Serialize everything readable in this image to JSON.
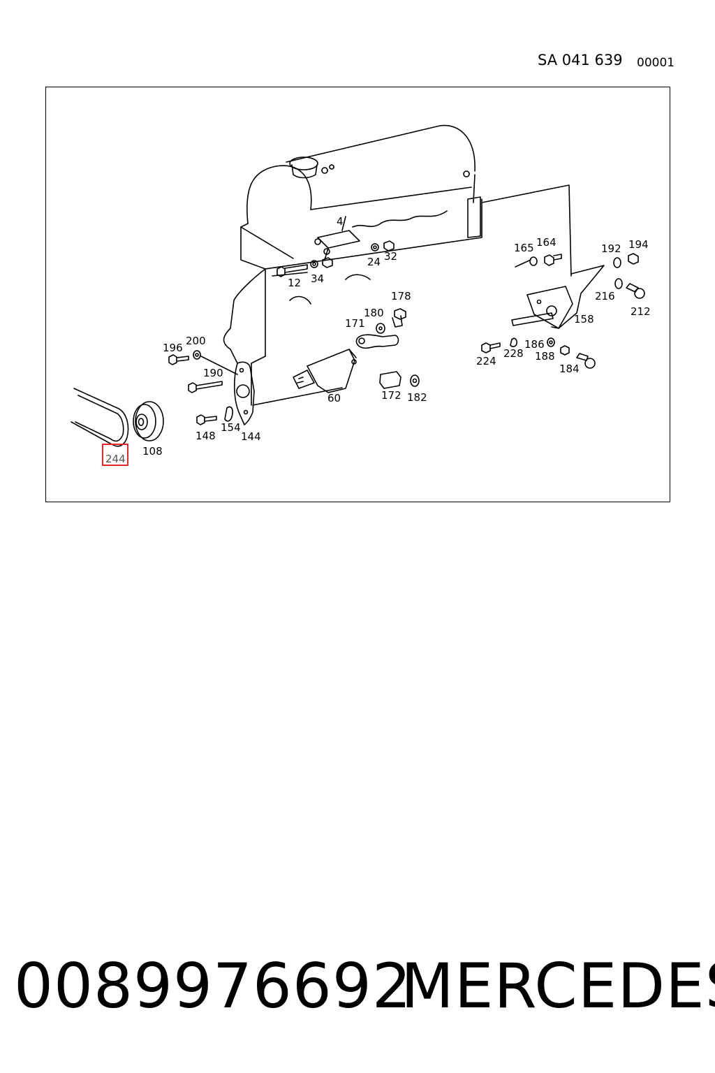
{
  "header": {
    "sheet_code": "SA 041 639",
    "sheet_number": "00001"
  },
  "diagram": {
    "callouts": [
      {
        "id": "c4",
        "label": "4"
      },
      {
        "id": "c12",
        "label": "12"
      },
      {
        "id": "c24",
        "label": "24"
      },
      {
        "id": "c32",
        "label": "32"
      },
      {
        "id": "c34",
        "label": "34"
      },
      {
        "id": "c60",
        "label": "60"
      },
      {
        "id": "c108",
        "label": "108"
      },
      {
        "id": "c144",
        "label": "144"
      },
      {
        "id": "c148",
        "label": "148"
      },
      {
        "id": "c154",
        "label": "154"
      },
      {
        "id": "c158",
        "label": "158"
      },
      {
        "id": "c164",
        "label": "164"
      },
      {
        "id": "c165",
        "label": "165"
      },
      {
        "id": "c171",
        "label": "171"
      },
      {
        "id": "c172",
        "label": "172"
      },
      {
        "id": "c178",
        "label": "178"
      },
      {
        "id": "c180",
        "label": "180"
      },
      {
        "id": "c182",
        "label": "182"
      },
      {
        "id": "c184",
        "label": "184"
      },
      {
        "id": "c186",
        "label": "186"
      },
      {
        "id": "c188",
        "label": "188"
      },
      {
        "id": "c190",
        "label": "190"
      },
      {
        "id": "c192",
        "label": "192"
      },
      {
        "id": "c194",
        "label": "194"
      },
      {
        "id": "c196",
        "label": "196"
      },
      {
        "id": "c200",
        "label": "200"
      },
      {
        "id": "c212",
        "label": "212"
      },
      {
        "id": "c216",
        "label": "216"
      },
      {
        "id": "c224",
        "label": "224"
      },
      {
        "id": "c228",
        "label": "228"
      },
      {
        "id": "c244",
        "label": "244",
        "highlighted": true
      }
    ],
    "highlight_color": "#e0282e"
  },
  "footer": {
    "part_number": "0089976692",
    "brand": "MERCEDES"
  }
}
